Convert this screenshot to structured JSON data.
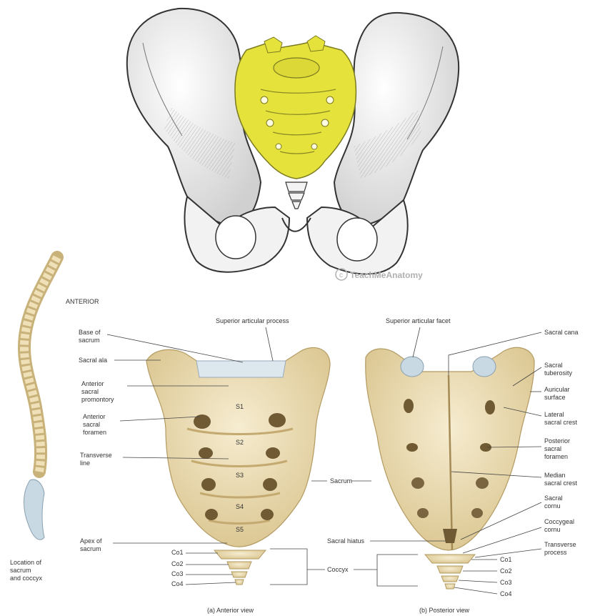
{
  "figure": {
    "watermark": "TeachMeAnatomy",
    "side_title": "ANTERIOR",
    "spine_caption": [
      "Location of",
      "sacrum",
      "and coccyx"
    ],
    "anterior_caption": "(a) Anterior view",
    "posterior_caption": "(b) Posterior view",
    "sacral_levels": [
      "S1",
      "S2",
      "S3",
      "S4",
      "S5"
    ],
    "anterior_labels": {
      "superior_articular_process": "Superior articular process",
      "base_of_sacrum": [
        "Base of",
        "sacrum"
      ],
      "sacral_ala": "Sacral ala",
      "anterior_sacral_promontory": [
        "Anterior",
        "sacral",
        "promontory"
      ],
      "anterior_sacral_foramen": [
        "Anterior",
        "sacral",
        "foramen"
      ],
      "transverse_line": [
        "Transverse",
        "line"
      ],
      "apex_of_sacrum": [
        "Apex of",
        "sacrum"
      ],
      "co1": "Co1",
      "co2": "Co2",
      "co3": "Co3",
      "co4": "Co4",
      "sacrum": "Sacrum",
      "coccyx": "Coccyx"
    },
    "posterior_labels": {
      "superior_articular_facet": "Superior articular facet",
      "sacral_canal": "Sacral cana",
      "sacral_tuberosity": [
        "Sacral",
        "tuberosity"
      ],
      "auricular_surface": [
        "Auricular",
        "surface"
      ],
      "lateral_sacral_crest": [
        "Lateral",
        "sacral crest"
      ],
      "posterior_sacral_foramen": [
        "Posterior",
        "sacral",
        "foramen"
      ],
      "median_sacral_crest": [
        "Median",
        "sacral crest"
      ],
      "sacral_cornu": [
        "Sacral",
        "cornu"
      ],
      "coccygeal_cornu": [
        "Coccygeal",
        "cornu"
      ],
      "transverse_process": [
        "Transverse",
        "process"
      ],
      "sacral_hiatus": "Sacral hiatus",
      "co1": "Co1",
      "co2": "Co2",
      "co3": "Co3",
      "co4": "Co4"
    },
    "colors": {
      "sacrum_highlight": "#e6e23c",
      "bone": "#efe2bf",
      "bone_shadow": "#d8c79a",
      "pelvis_line": "#3a3a3a",
      "cartilage": "#c9d9e3"
    }
  }
}
